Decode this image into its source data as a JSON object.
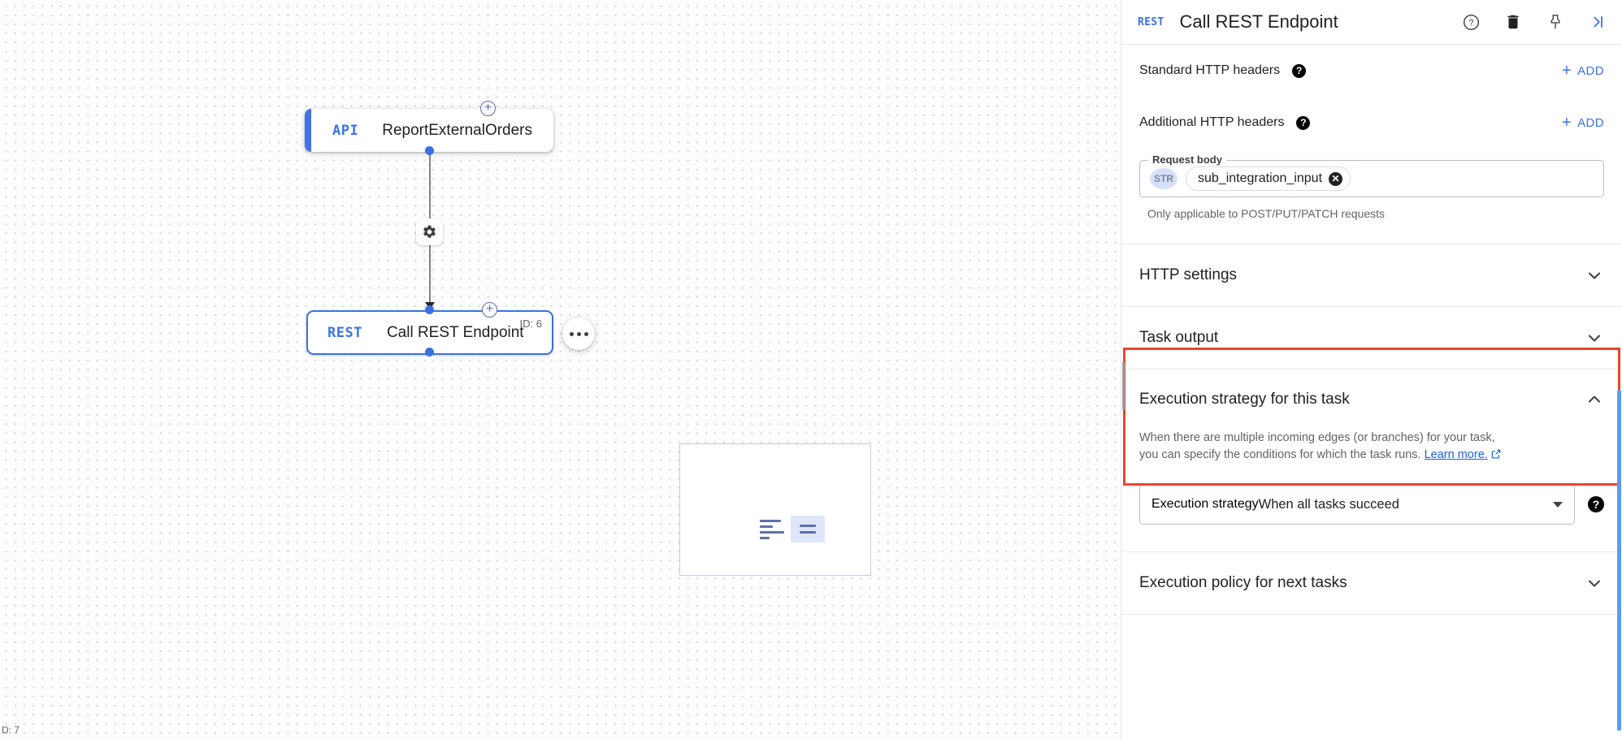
{
  "canvas": {
    "zoom_readout": "D: 7",
    "nodes": [
      {
        "badge": "API",
        "label": "ReportExternalOrders",
        "id_tag": ""
      },
      {
        "badge": "REST",
        "label": "Call REST Endpoint",
        "id_tag": "ID: 6"
      }
    ],
    "edge_gear_icon": "gear-icon",
    "plus_handle_glyph": "+",
    "node_menu_icon": "more-options-icon",
    "minimap_label": "minimap"
  },
  "panel": {
    "header": {
      "badge": "REST",
      "title": "Call REST Endpoint",
      "actions": [
        {
          "name": "help-icon",
          "glyph": "?"
        },
        {
          "name": "delete-icon",
          "glyph": "trash"
        },
        {
          "name": "pin-icon",
          "glyph": "pin"
        },
        {
          "name": "collapse-icon",
          "glyph": ">|"
        }
      ]
    },
    "standard_headers": {
      "label": "Standard HTTP headers",
      "help": "?",
      "add_label": "ADD",
      "add_plus": "+"
    },
    "additional_headers": {
      "label": "Additional HTTP headers",
      "help": "?",
      "add_label": "ADD",
      "add_plus": "+"
    },
    "request_body": {
      "legend": "Request body",
      "type_chip": "STR",
      "value": "sub_integration_input",
      "clear_glyph": "✕",
      "hint": "Only applicable to POST/PUT/PATCH requests"
    },
    "sections": [
      {
        "title": "HTTP settings",
        "expanded": false,
        "chevron": "chevron-down"
      },
      {
        "title": "Task output",
        "expanded": false,
        "chevron": "chevron-down"
      },
      {
        "title": "Execution strategy for this task",
        "expanded": true,
        "chevron": "chevron-up"
      },
      {
        "title": "Execution policy for next tasks",
        "expanded": false,
        "chevron": "chevron-down"
      }
    ],
    "execution_strategy": {
      "title": "Execution strategy for this task",
      "description_line1": "When there are multiple incoming edges (or branches) for your task,",
      "description_line2": "you can specify the conditions for which the task runs.",
      "learn_more": "Learn more.",
      "field_legend": "Execution strategy",
      "selected_value": "When all tasks succeed",
      "options": [
        "When all tasks succeed"
      ],
      "help": "?"
    },
    "execution_policy": {
      "title": "Execution policy for next tasks"
    }
  },
  "colors": {
    "accent_blue": "#3c71e8",
    "node_selected": "#3c6fe0",
    "highlight_red": "#eb4527",
    "link_blue": "#1a62d6",
    "scrollbar_blue": "#5b9bf0",
    "text_primary": "#202124",
    "text_secondary": "#5f6368"
  }
}
